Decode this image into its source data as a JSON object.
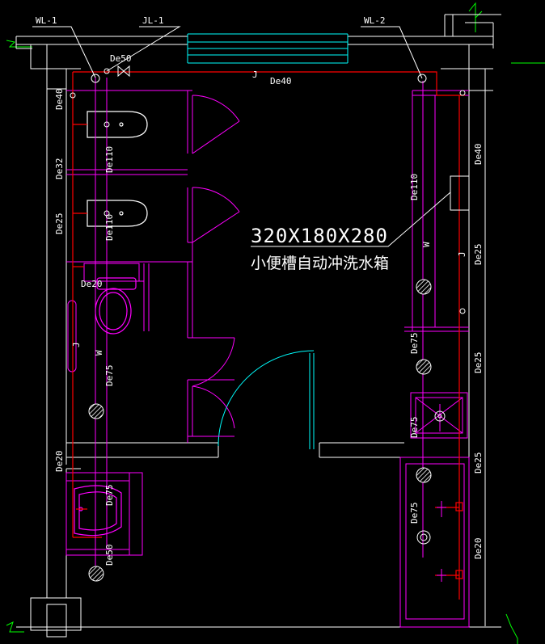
{
  "labels": {
    "wl1": "WL-1",
    "jl1": "JL-1",
    "wl2": "WL-2",
    "de50_top": "De50",
    "de40_top": "De40",
    "j_top": "J",
    "de40_left": "De40",
    "de32_left": "De32",
    "de25_left": "De25",
    "de110_a": "De110",
    "de110_b": "De110",
    "de20_a": "De20",
    "de75_left": "De75",
    "w_left": "W",
    "j_left": "J",
    "de20_b": "De20",
    "de75_basin": "De75",
    "de50_basin": "De50",
    "de110_right": "De110",
    "w_right": "W",
    "j_right": "J",
    "de40_right": "De40",
    "de25_r1": "De25",
    "de75_r1": "De75",
    "de25_r2": "De25",
    "de75_r2": "De75",
    "de25_r3": "De25",
    "de75_r3": "De75",
    "de20_right": "De20"
  },
  "callout": {
    "dims": "320X180X280",
    "desc": "小便槽自动冲洗水箱"
  },
  "colors": {
    "wall": "#ffffff",
    "fixture": "#ff00ff",
    "pipe_water": "#ff0000",
    "window": "#00ffff",
    "door_arc": "#00ffff",
    "axis": "#00ff00"
  }
}
